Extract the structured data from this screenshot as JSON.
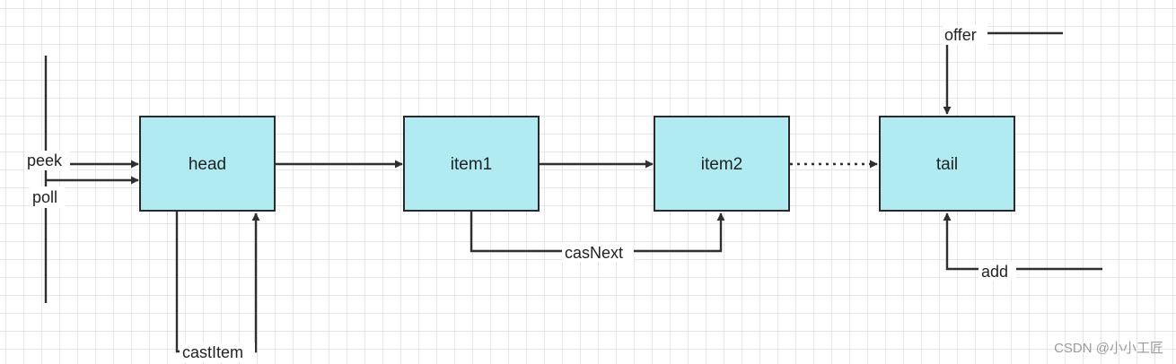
{
  "nodes": {
    "head": "head",
    "item1": "item1",
    "item2": "item2",
    "tail": "tail"
  },
  "edge_labels": {
    "peek": "peek",
    "poll": "poll",
    "cast_item": "castItem",
    "cas_next": "casNext",
    "offer": "offer",
    "add": "add"
  },
  "watermark": "CSDN @小小工匠",
  "colors": {
    "node_fill": "#b0ebf2",
    "node_stroke": "#2a2a2a",
    "edge": "#2f2f2f",
    "grid": "#e6e6e6"
  }
}
